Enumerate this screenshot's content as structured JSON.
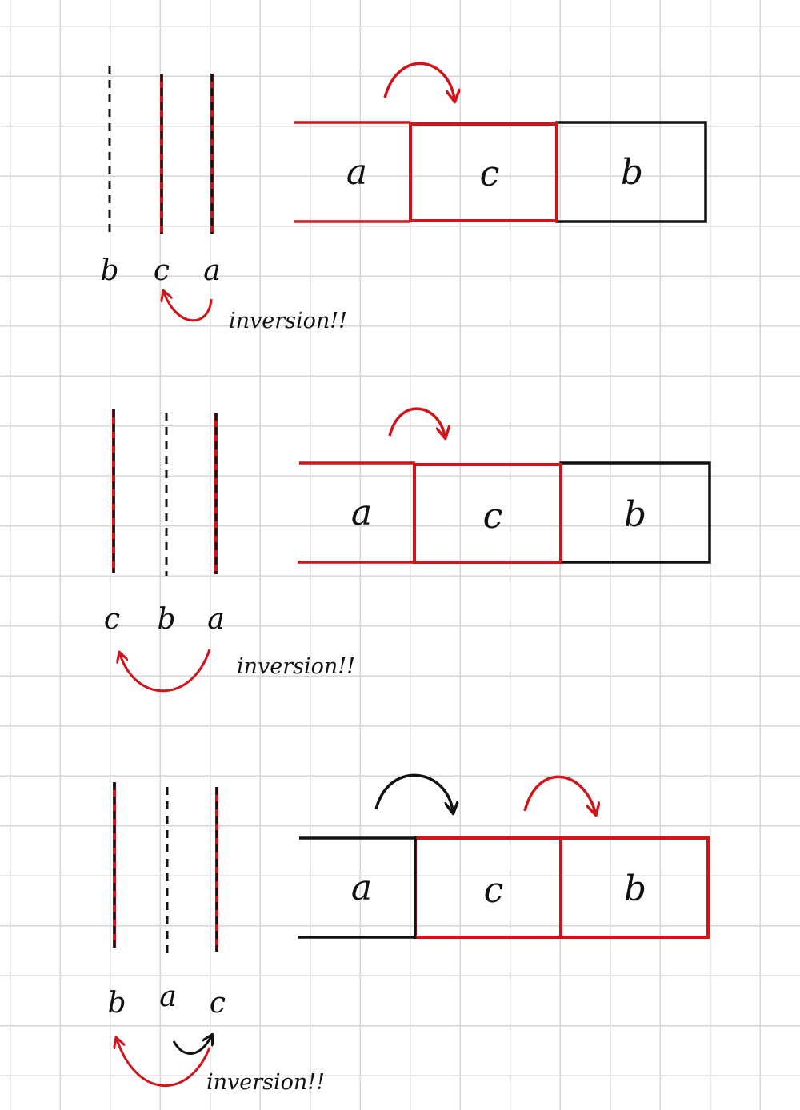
{
  "colors": {
    "highlight": "#d0141a",
    "ink": "#111111",
    "grid": "#d6d6d6"
  },
  "panels": [
    {
      "boxes": [
        "a",
        "c",
        "b"
      ],
      "lines": [
        "b",
        "c",
        "a"
      ],
      "note": "inversion!!"
    },
    {
      "boxes": [
        "a",
        "c",
        "b"
      ],
      "lines": [
        "c",
        "b",
        "a"
      ],
      "note": "inversion!!"
    },
    {
      "boxes": [
        "a",
        "c",
        "b"
      ],
      "lines": [
        "b",
        "a",
        "c"
      ],
      "note": "inversion!!"
    }
  ]
}
